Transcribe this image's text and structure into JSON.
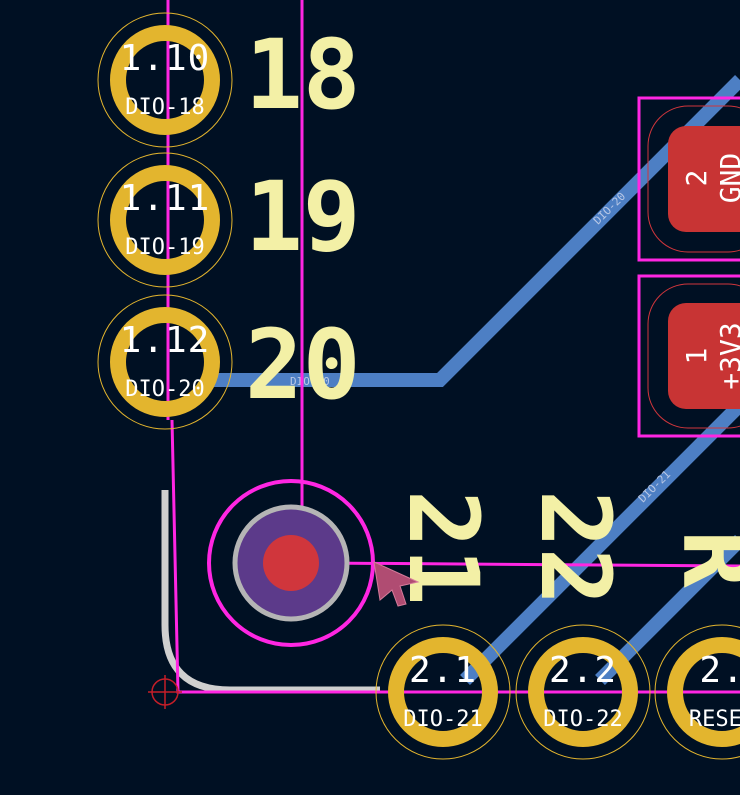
{
  "pads_left": [
    {
      "num": "1.10",
      "net": "DIO-18"
    },
    {
      "num": "1.11",
      "net": "DIO-19"
    },
    {
      "num": "1.12",
      "net": "DIO-20"
    }
  ],
  "pads_bottom": [
    {
      "num": "2.1",
      "net": "DIO-21"
    },
    {
      "num": "2.2",
      "net": "DIO-22"
    },
    {
      "num": "2.",
      "net": "RESET"
    }
  ],
  "silk_labels": {
    "s18": "18",
    "s19": "19",
    "s20": "20",
    "s21": "21",
    "s22": "22",
    "sR": "R"
  },
  "track_labels": {
    "t20a": "DIO-20",
    "t20b": "DIO-20",
    "t21": "DIO-21"
  },
  "smd_pads": [
    {
      "num": "2",
      "net": "GND"
    },
    {
      "num": "1",
      "net": "+3V3"
    }
  ],
  "colors": {
    "background": "#001023",
    "pad_ring": "#e3b52e",
    "track_blue": "#4d7fc4",
    "courtyard_magenta": "#ff26e2",
    "silkscreen": "#f3f0a6",
    "smd_pad_red": "#c83434",
    "edge_cuts": "#d0d0d0",
    "via_purple": "#5c3a8a"
  }
}
